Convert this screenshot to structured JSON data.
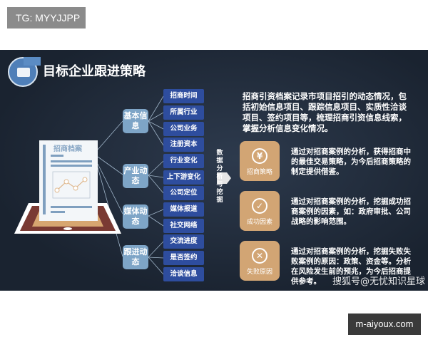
{
  "watermark_tag": "TG: MYYJJPP",
  "site_label": "m-aiyoux.com",
  "slide": {
    "title": "目标企业跟进策略",
    "document_title": "招商档案",
    "categories": [
      {
        "label": "基本信息",
        "items": [
          "招商时间",
          "所属行业",
          "公司业务",
          "注册资本"
        ]
      },
      {
        "label": "产业动态",
        "items": [
          "行业变化",
          "上下游变化",
          "公司定位"
        ]
      },
      {
        "label": "媒体动态",
        "items": [
          "媒体报道",
          "社交网络"
        ]
      },
      {
        "label": "跟进动态",
        "items": [
          "交流进度",
          "是否签约",
          "洽谈信息"
        ]
      }
    ],
    "process_label": "数据分析与挖掘",
    "description": "招商引资档案记录市项目招引的动态情况，包括初始信息项目、跟踪信息项目、实质性洽谈项目、签约项目等，梳理招商引资信息线索，掌握分析信息变化情况。",
    "outcomes": [
      {
        "label": "招商策略",
        "icon": "yen-cycle-icon",
        "text": "通过对招商案例的分析，获得招商中的最佳交易策略，为今后招商策略的制定提供借鉴。"
      },
      {
        "label": "成功因素",
        "icon": "check-circle-icon",
        "text": "通过对招商案例的分析，挖掘成功招商案例的因素，如：政府审批、公司战略的影响范围。"
      },
      {
        "label": "失败原因",
        "icon": "x-circle-icon",
        "text": "通过对招商案例的分析，挖掘失败失败案例的原因：政策、资金等。分析在风险发生前的预兆，为今后招商提供参考。"
      }
    ],
    "source_watermark": "搜狐号@无忧知识星球"
  },
  "colors": {
    "slide_bg": "#1f2937",
    "category": "#7ea5c7",
    "item": "#2e4d9e",
    "outcome": "#d2a574"
  }
}
